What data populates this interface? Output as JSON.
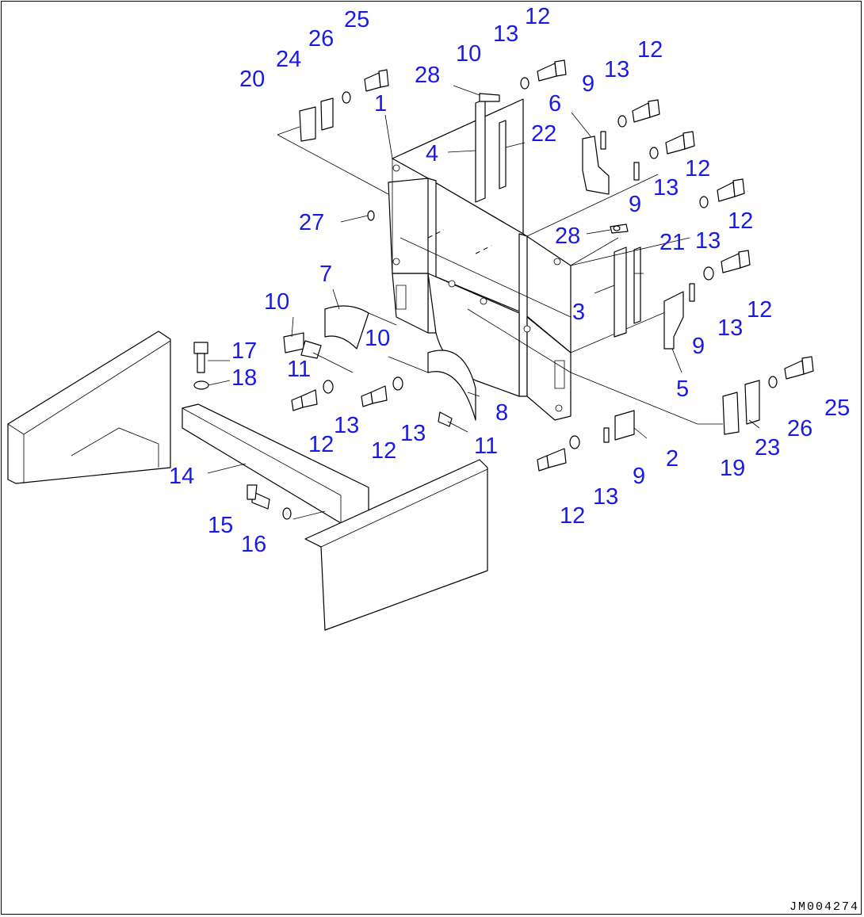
{
  "drawing_code": "JM004274",
  "callouts": [
    {
      "id": "c1",
      "text": "1"
    },
    {
      "id": "c2",
      "text": "2"
    },
    {
      "id": "c3",
      "text": "3"
    },
    {
      "id": "c4",
      "text": "4"
    },
    {
      "id": "c5",
      "text": "5"
    },
    {
      "id": "c6",
      "text": "6"
    },
    {
      "id": "c7",
      "text": "7"
    },
    {
      "id": "c8",
      "text": "8"
    },
    {
      "id": "c9a",
      "text": "9"
    },
    {
      "id": "c9b",
      "text": "9"
    },
    {
      "id": "c9c",
      "text": "9"
    },
    {
      "id": "c9d",
      "text": "9"
    },
    {
      "id": "c10a",
      "text": "10"
    },
    {
      "id": "c10b",
      "text": "10"
    },
    {
      "id": "c10c",
      "text": "10"
    },
    {
      "id": "c11a",
      "text": "11"
    },
    {
      "id": "c11b",
      "text": "11"
    },
    {
      "id": "c12a",
      "text": "12"
    },
    {
      "id": "c12b",
      "text": "12"
    },
    {
      "id": "c12c",
      "text": "12"
    },
    {
      "id": "c12d",
      "text": "12"
    },
    {
      "id": "c12e",
      "text": "12"
    },
    {
      "id": "c12f",
      "text": "12"
    },
    {
      "id": "c12g",
      "text": "12"
    },
    {
      "id": "c12h",
      "text": "12"
    },
    {
      "id": "c13a",
      "text": "13"
    },
    {
      "id": "c13b",
      "text": "13"
    },
    {
      "id": "c13c",
      "text": "13"
    },
    {
      "id": "c13d",
      "text": "13"
    },
    {
      "id": "c13e",
      "text": "13"
    },
    {
      "id": "c13f",
      "text": "13"
    },
    {
      "id": "c13g",
      "text": "13"
    },
    {
      "id": "c13h",
      "text": "13"
    },
    {
      "id": "c14",
      "text": "14"
    },
    {
      "id": "c15",
      "text": "15"
    },
    {
      "id": "c16",
      "text": "16"
    },
    {
      "id": "c17",
      "text": "17"
    },
    {
      "id": "c18",
      "text": "18"
    },
    {
      "id": "c19",
      "text": "19"
    },
    {
      "id": "c20",
      "text": "20"
    },
    {
      "id": "c21",
      "text": "21"
    },
    {
      "id": "c22",
      "text": "22"
    },
    {
      "id": "c23",
      "text": "23"
    },
    {
      "id": "c24",
      "text": "24"
    },
    {
      "id": "c25a",
      "text": "25"
    },
    {
      "id": "c25b",
      "text": "25"
    },
    {
      "id": "c26a",
      "text": "26"
    },
    {
      "id": "c26b",
      "text": "26"
    },
    {
      "id": "c27",
      "text": "27"
    },
    {
      "id": "c28a",
      "text": "28"
    },
    {
      "id": "c28b",
      "text": "28"
    }
  ]
}
